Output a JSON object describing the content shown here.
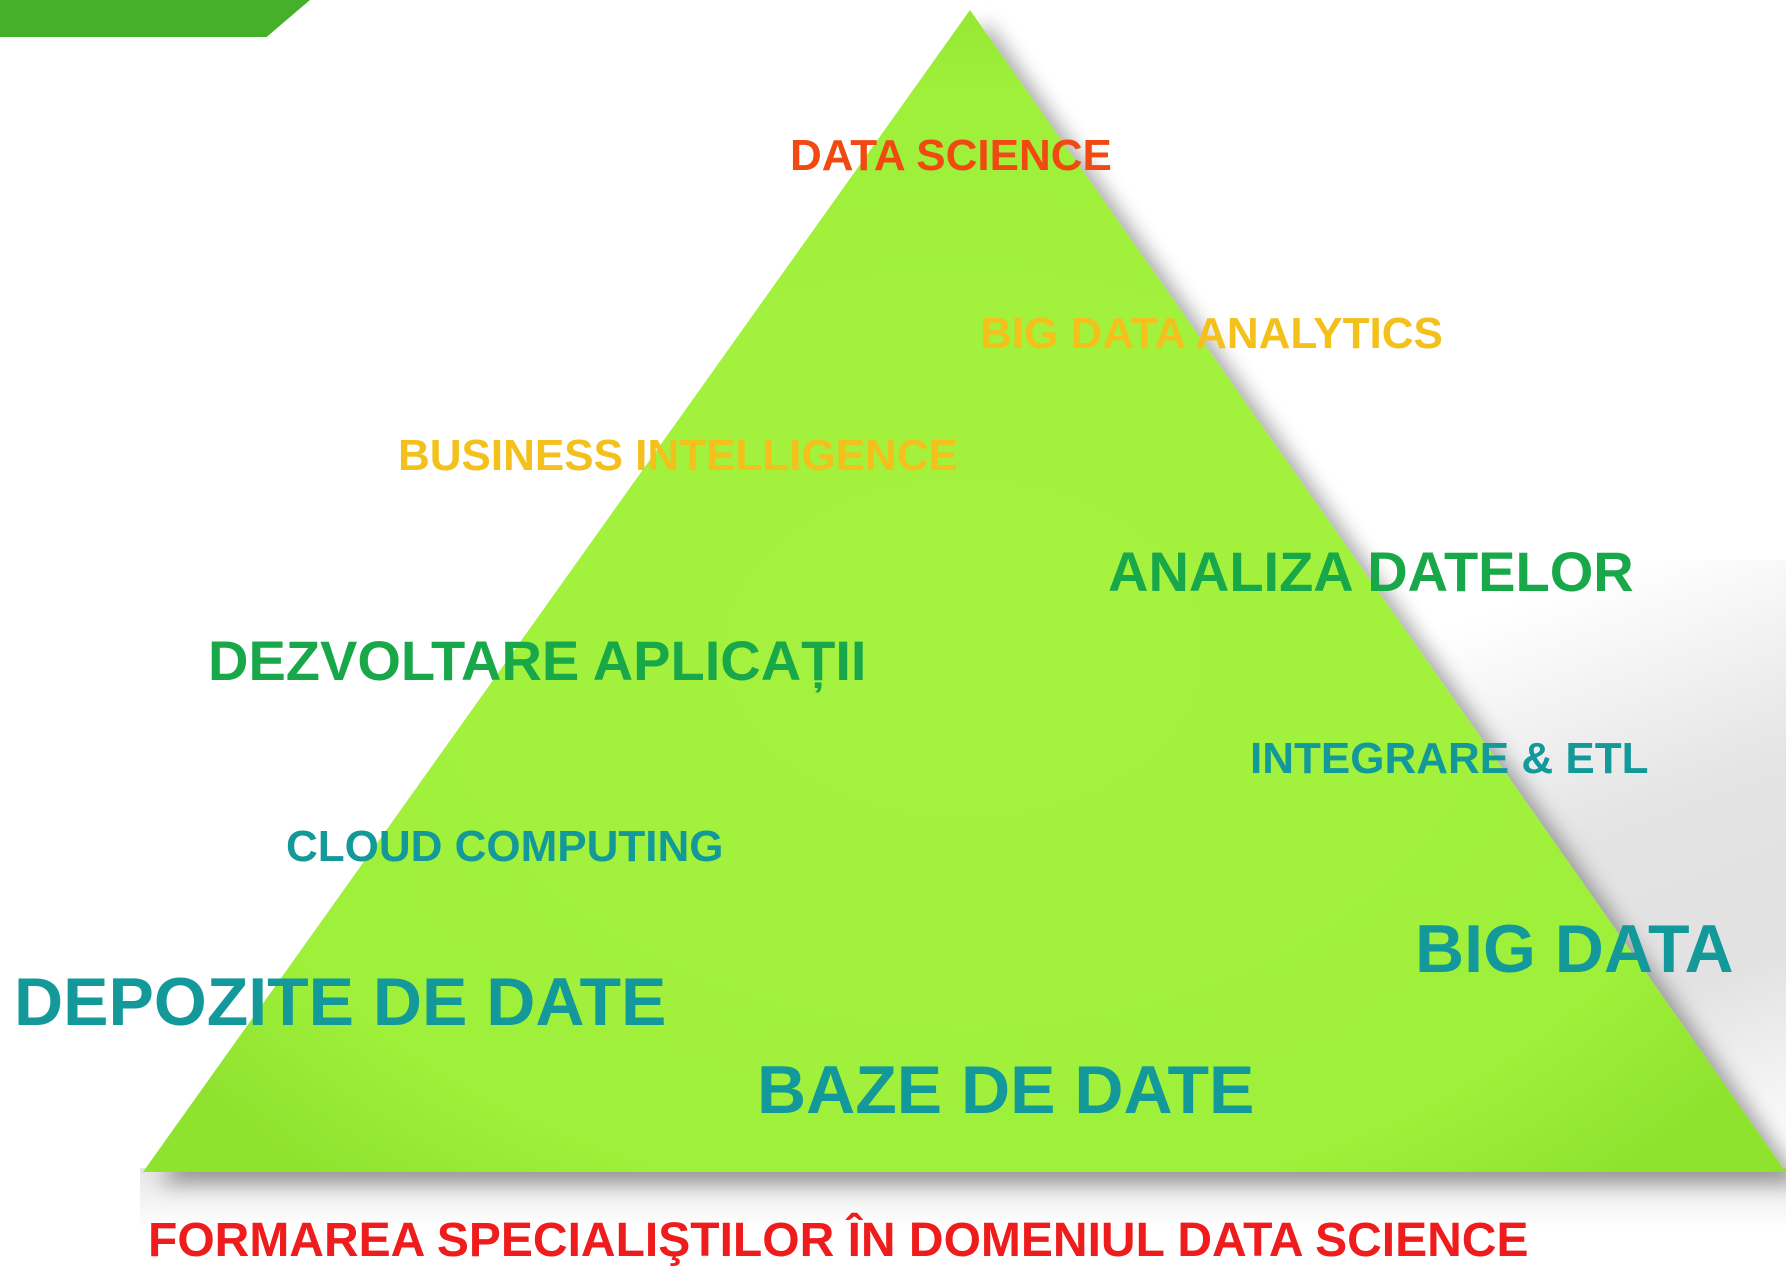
{
  "labels": {
    "data_science": "DATA SCIENCE",
    "big_data_analytics": "BIG DATA ANALYTICS",
    "business_intelligence": "BUSINESS INTELLIGENCE",
    "analiza_datelor": "ANALIZA DATELOR",
    "dezvoltare_aplicatii": "DEZVOLTARE APLICAȚII",
    "integrare_etl": "INTEGRARE & ETL",
    "cloud_computing": "CLOUD COMPUTING",
    "big_data": "BIG DATA",
    "depozite_de_date": "DEPOZITE DE DATE",
    "baze_de_date": "BAZE DE DATE"
  },
  "footer_title": "FORMAREA SPECIALIŞTILOR ÎN DOMENIUL DATA SCIENCE",
  "colors": {
    "pyramid_fill": "#a8f244",
    "corner_tab": "#45b02a",
    "top_label": "#f04a12",
    "upper_labels": "#f4c01c",
    "middle_labels": "#18a84a",
    "lower_labels": "#13999a",
    "footer_title": "#ee1c1c"
  }
}
